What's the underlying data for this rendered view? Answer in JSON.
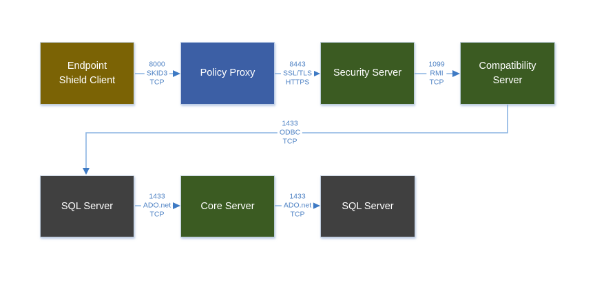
{
  "diagram": {
    "title": "server-architecture-diagram",
    "colors": {
      "background": "#ffffff",
      "client_box": "#7b6305",
      "proxy_box": "#3c5fa5",
      "server_box": "#3b5b22",
      "database_box": "#404040",
      "node_text": "#ffffff",
      "connector_line": "#8ab4e2",
      "connector_arrow": "#3e7ac4",
      "connector_label_text": "#4e82c4"
    },
    "nodes": [
      {
        "id": "endpoint-shield-client",
        "label": "Endpoint\nShield Client",
        "type": "client"
      },
      {
        "id": "policy-proxy",
        "label": "Policy Proxy",
        "type": "proxy"
      },
      {
        "id": "security-server",
        "label": "Security Server",
        "type": "server"
      },
      {
        "id": "compatibility-server",
        "label": "Compatibility\nServer",
        "type": "server"
      },
      {
        "id": "sql-server-1",
        "label": "SQL Server",
        "type": "database"
      },
      {
        "id": "core-server",
        "label": "Core Server",
        "type": "server"
      },
      {
        "id": "sql-server-2",
        "label": "SQL Server",
        "type": "database"
      }
    ],
    "connections": [
      {
        "from": "endpoint-shield-client",
        "to": "policy-proxy",
        "port": "8000",
        "protocol": "SKID3",
        "transport": "TCP"
      },
      {
        "from": "policy-proxy",
        "to": "security-server",
        "port": "8443",
        "protocol": "SSL/TLS",
        "transport": "HTTPS"
      },
      {
        "from": "security-server",
        "to": "compatibility-server",
        "port": "1099",
        "protocol": "RMI",
        "transport": "TCP"
      },
      {
        "from": "compatibility-server",
        "to": "sql-server-1",
        "port": "1433",
        "protocol": "ODBC",
        "transport": "TCP"
      },
      {
        "from": "sql-server-1",
        "to": "core-server",
        "port": "1433",
        "protocol": "ADO.net",
        "transport": "TCP"
      },
      {
        "from": "core-server",
        "to": "sql-server-2",
        "port": "1433",
        "protocol": "ADO.net",
        "transport": "TCP"
      }
    ]
  }
}
